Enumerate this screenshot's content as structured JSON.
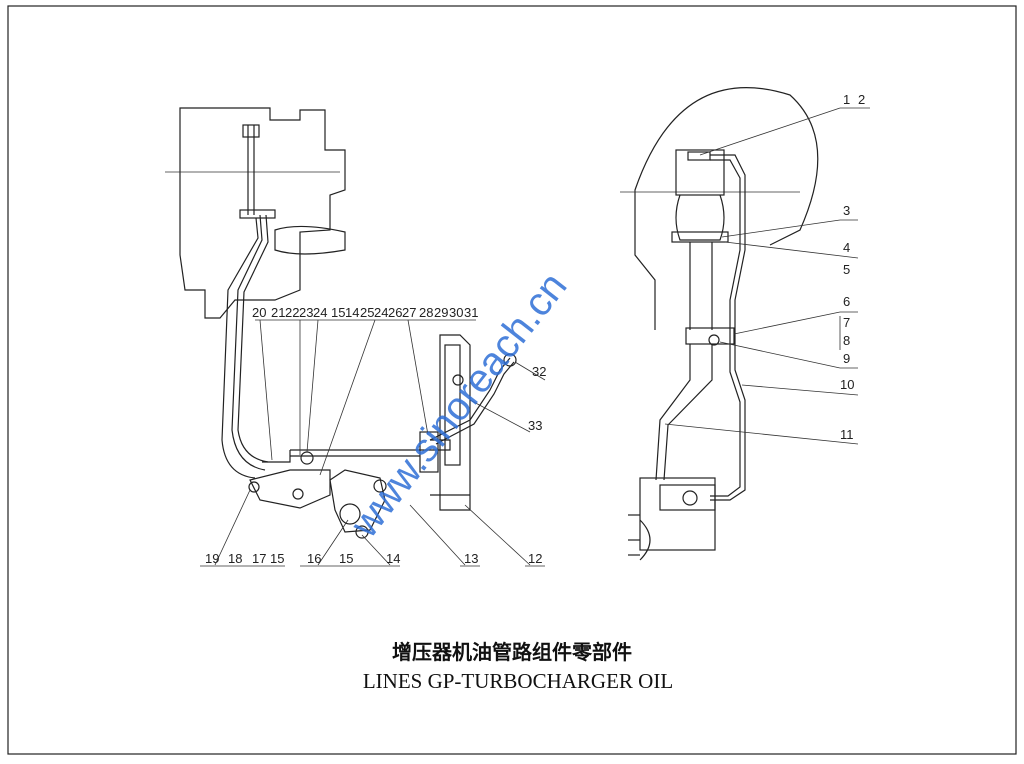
{
  "title": {
    "chinese": "增压器机油管路组件零部件",
    "english": "LINES GP-TURBOCHARGER OIL"
  },
  "watermark": "www.sinoreach.cn",
  "left_view": {
    "top_labels": [
      "20",
      "21",
      "22",
      "23",
      "24",
      "15",
      "14",
      "25",
      "24",
      "26",
      "27",
      "28",
      "29",
      "30",
      "31"
    ],
    "bottom_labels": [
      "19",
      "18",
      "17",
      "15",
      "16",
      "15",
      "14",
      "13",
      "12"
    ],
    "side_labels": [
      "32",
      "33"
    ]
  },
  "right_view": {
    "labels": [
      "1",
      "2",
      "3",
      "4",
      "5",
      "6",
      "7",
      "8",
      "9",
      "10",
      "11"
    ]
  },
  "colors": {
    "line": "#222222",
    "watermark": "#2f6fd6"
  }
}
